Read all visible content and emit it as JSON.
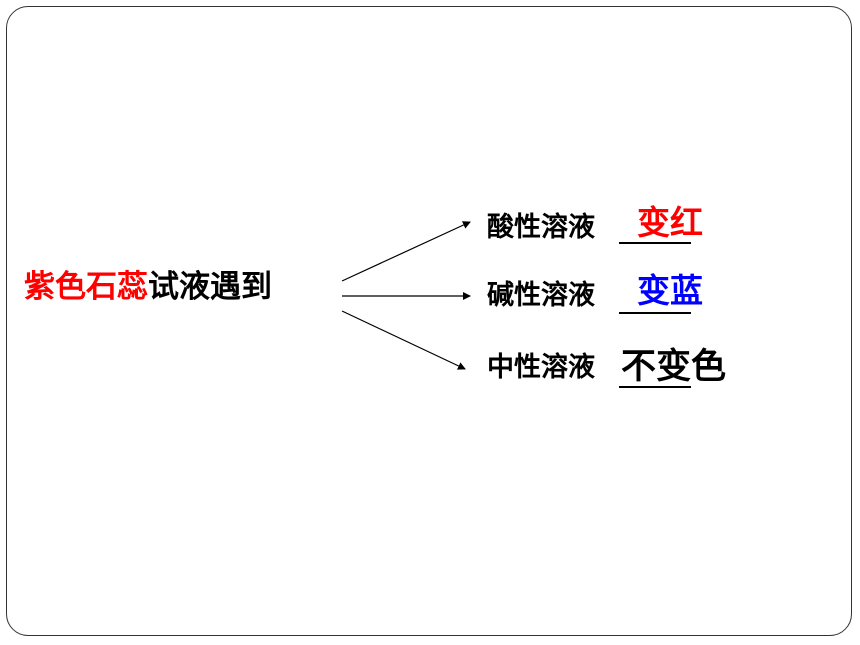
{
  "subject": {
    "highlight": "紫色石蕊",
    "rest": "试液遇到"
  },
  "rows": [
    {
      "label": "酸性溶液",
      "answer": "变红"
    },
    {
      "label": "碱性溶液",
      "answer": "变蓝"
    },
    {
      "label": "中性溶液",
      "answer": "不变色"
    }
  ],
  "colors": {
    "red": "#ff0000",
    "blue": "#0000ff",
    "black": "#000000",
    "frame": "#333333"
  }
}
